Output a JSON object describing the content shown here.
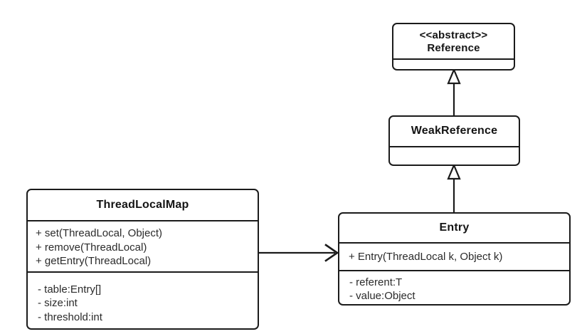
{
  "diagram": {
    "title": "ThreadLocalMap / Entry UML class diagram",
    "type": "uml-class-diagram",
    "background_color": "#ffffff",
    "line_color": "#1b1b1b",
    "text_color": "#2b2b2b"
  },
  "classes": {
    "reference": {
      "stereotype": "<<abstract>>",
      "name": "Reference",
      "members": []
    },
    "weak_reference": {
      "name": "WeakReference",
      "members": []
    },
    "thread_local_map": {
      "name": "ThreadLocalMap",
      "methods": [
        "+ set(ThreadLocal, Object)",
        "+ remove(ThreadLocal)",
        "+ getEntry(ThreadLocal)"
      ],
      "fields": [
        "- table:Entry[]",
        "- size:int",
        "- threshold:int"
      ]
    },
    "entry": {
      "name": "Entry",
      "methods": [
        "+ Entry(ThreadLocal k, Object k)"
      ],
      "fields": [
        "- referent:T",
        "- value:Object"
      ]
    }
  },
  "relationships": [
    {
      "id": "weakreference-extends-reference",
      "kind": "generalization",
      "from": "WeakReference",
      "to": "Reference",
      "label": ""
    },
    {
      "id": "entry-extends-weakreference",
      "kind": "generalization",
      "from": "Entry",
      "to": "WeakReference",
      "label": ""
    },
    {
      "id": "threadlocalmap-uses-entry",
      "kind": "association",
      "from": "ThreadLocalMap",
      "to": "Entry",
      "label": ""
    }
  ]
}
